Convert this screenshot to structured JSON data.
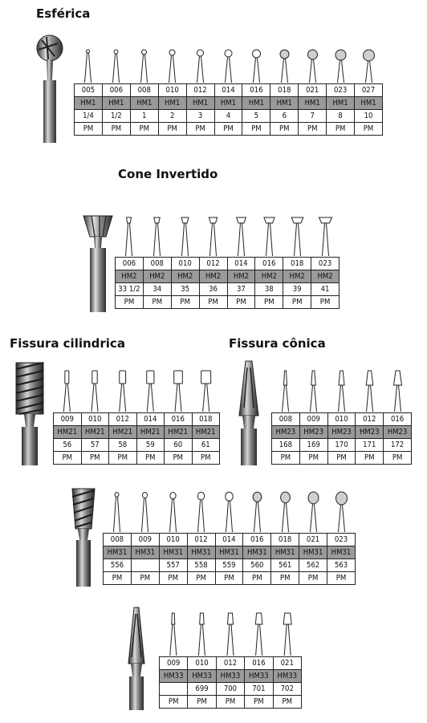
{
  "headings": {
    "esferica": "Esférica",
    "cone_invertido": "Cone Invertido",
    "fissura_cilindrica": "Fissura cilindrica",
    "fissura_conica": "Fissura cônica"
  },
  "colors": {
    "hm_row": "#9a9a9a",
    "border": "#222222"
  },
  "groups": [
    {
      "id": "esferica",
      "tip_shape": "round",
      "sizes": [
        "005",
        "006",
        "008",
        "010",
        "012",
        "014",
        "016",
        "018",
        "021",
        "023",
        "027"
      ],
      "hm": [
        "HM1",
        "HM1",
        "HM1",
        "HM1",
        "HM1",
        "HM1",
        "HM1",
        "HM1",
        "HM1",
        "HM1",
        "HM1"
      ],
      "refs": [
        "1/4",
        "1/2",
        "1",
        "2",
        "3",
        "4",
        "5",
        "6",
        "7",
        "8",
        "10"
      ],
      "shank": [
        "PM",
        "PM",
        "PM",
        "PM",
        "PM",
        "PM",
        "PM",
        "PM",
        "PM",
        "PM",
        "PM"
      ]
    },
    {
      "id": "cone-invertido",
      "tip_shape": "inverted-cone",
      "sizes": [
        "006",
        "008",
        "010",
        "012",
        "014",
        "016",
        "018",
        "023"
      ],
      "hm": [
        "HM2",
        "HM2",
        "HM2",
        "HM2",
        "HM2",
        "HM2",
        "HM2",
        "HM2"
      ],
      "refs": [
        "33 1/2",
        "34",
        "35",
        "36",
        "37",
        "38",
        "39",
        "41"
      ],
      "shank": [
        "PM",
        "PM",
        "PM",
        "PM",
        "PM",
        "PM",
        "PM",
        "PM"
      ]
    },
    {
      "id": "fissura-cilindrica",
      "tip_shape": "cylinder",
      "sizes": [
        "009",
        "010",
        "012",
        "014",
        "016",
        "018"
      ],
      "hm": [
        "HM21",
        "HM21",
        "HM21",
        "HM21",
        "HM21",
        "HM21"
      ],
      "refs": [
        "56",
        "57",
        "58",
        "59",
        "60",
        "61"
      ],
      "shank": [
        "PM",
        "PM",
        "PM",
        "PM",
        "PM",
        "PM"
      ]
    },
    {
      "id": "fissura-conica",
      "tip_shape": "taper",
      "sizes": [
        "008",
        "009",
        "010",
        "012",
        "016"
      ],
      "hm": [
        "HM23",
        "HM23",
        "HM23",
        "HM23",
        "HM23"
      ],
      "refs": [
        "168",
        "169",
        "170",
        "171",
        "172"
      ],
      "shank": [
        "PM",
        "PM",
        "PM",
        "PM",
        "PM"
      ]
    },
    {
      "id": "pear",
      "tip_shape": "pear",
      "sizes": [
        "008",
        "009",
        "010",
        "012",
        "014",
        "016",
        "018",
        "021",
        "023"
      ],
      "hm": [
        "HM31",
        "HM31",
        "HM31",
        "HM31",
        "HM31",
        "HM31",
        "HM31",
        "HM31",
        "HM31"
      ],
      "refs": [
        "556",
        "",
        "557",
        "558",
        "559",
        "560",
        "561",
        "562",
        "563"
      ],
      "shank": [
        "PM",
        "PM",
        "PM",
        "PM",
        "PM",
        "PM",
        "PM",
        "PM",
        "PM"
      ]
    },
    {
      "id": "hm33",
      "tip_shape": "flat-taper",
      "sizes": [
        "009",
        "010",
        "012",
        "016",
        "021"
      ],
      "hm": [
        "HM33",
        "HM33",
        "HM33",
        "HM33",
        "HM33"
      ],
      "refs": [
        "",
        "699",
        "700",
        "701",
        "702"
      ],
      "shank": [
        "PM",
        "PM",
        "PM",
        "PM",
        "PM"
      ]
    }
  ]
}
